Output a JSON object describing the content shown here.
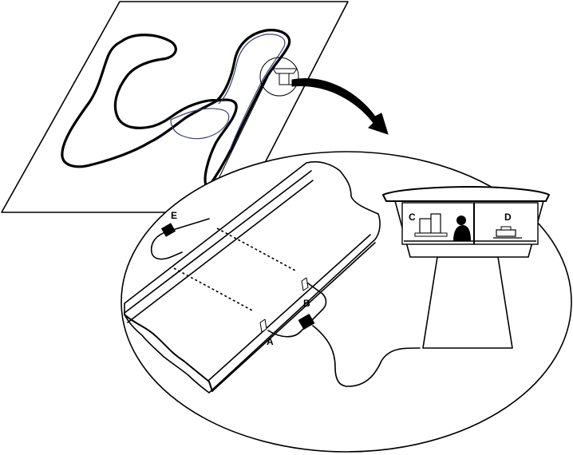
{
  "labels": {
    "a": "A",
    "b": "B",
    "c": "C",
    "d": "D",
    "e": "E"
  },
  "colors": {
    "ink": "#000000",
    "track_highlight": "#3a3f78",
    "background": "#ffffff"
  }
}
